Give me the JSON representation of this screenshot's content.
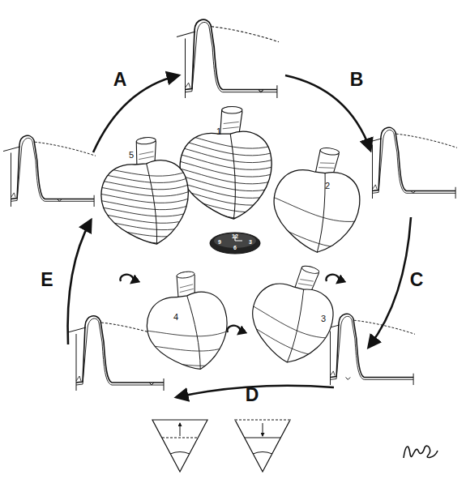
{
  "diagram": {
    "labels": [
      "A",
      "B",
      "C",
      "D",
      "E",
      "1",
      "2",
      "3",
      "4",
      "5",
      "12",
      "3",
      "6",
      "9"
    ]
  }
}
